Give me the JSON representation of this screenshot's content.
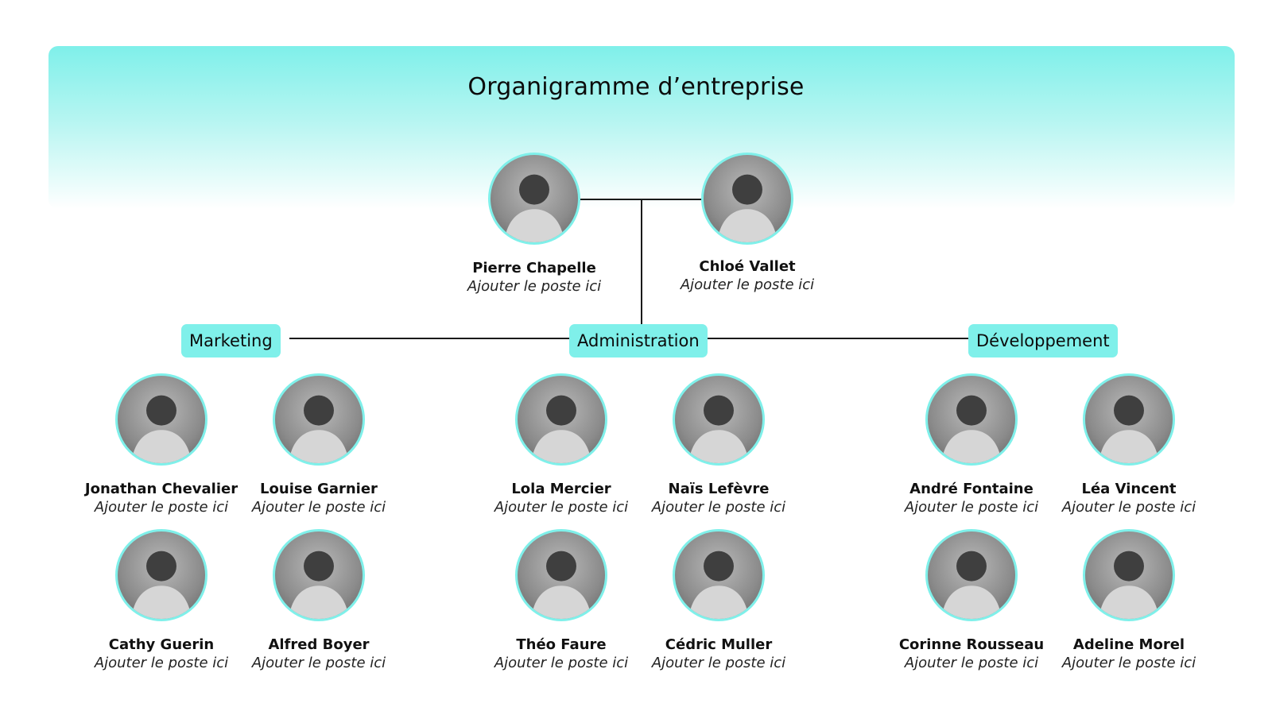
{
  "title": "Organigramme d’entreprise",
  "leaders": [
    {
      "name": "Pierre Chapelle",
      "role": "Ajouter le poste ici"
    },
    {
      "name": "Chloé Vallet",
      "role": "Ajouter le poste ici"
    }
  ],
  "departments": [
    {
      "label": "Marketing",
      "members": [
        {
          "name": "Jonathan Chevalier",
          "role": "Ajouter le poste ici"
        },
        {
          "name": "Louise Garnier",
          "role": "Ajouter le poste ici"
        },
        {
          "name": "Cathy Guerin",
          "role": "Ajouter le poste ici"
        },
        {
          "name": "Alfred Boyer",
          "role": "Ajouter le poste ici"
        }
      ]
    },
    {
      "label": "Administration",
      "members": [
        {
          "name": "Lola Mercier",
          "role": "Ajouter le poste ici"
        },
        {
          "name": "Naïs Lefèvre",
          "role": "Ajouter le poste ici"
        },
        {
          "name": "Théo Faure",
          "role": "Ajouter le poste ici"
        },
        {
          "name": "Cédric Muller",
          "role": "Ajouter le poste ici"
        }
      ]
    },
    {
      "label": "Développement",
      "members": [
        {
          "name": "André Fontaine",
          "role": "Ajouter le poste ici"
        },
        {
          "name": "Léa Vincent",
          "role": "Ajouter le poste ici"
        },
        {
          "name": "Corinne Rousseau",
          "role": "Ajouter le poste ici"
        },
        {
          "name": "Adeline Morel",
          "role": "Ajouter le poste ici"
        }
      ]
    }
  ],
  "colors": {
    "accent": "#7ff0ea",
    "line": "#1a1a1a",
    "text": "#111111"
  }
}
